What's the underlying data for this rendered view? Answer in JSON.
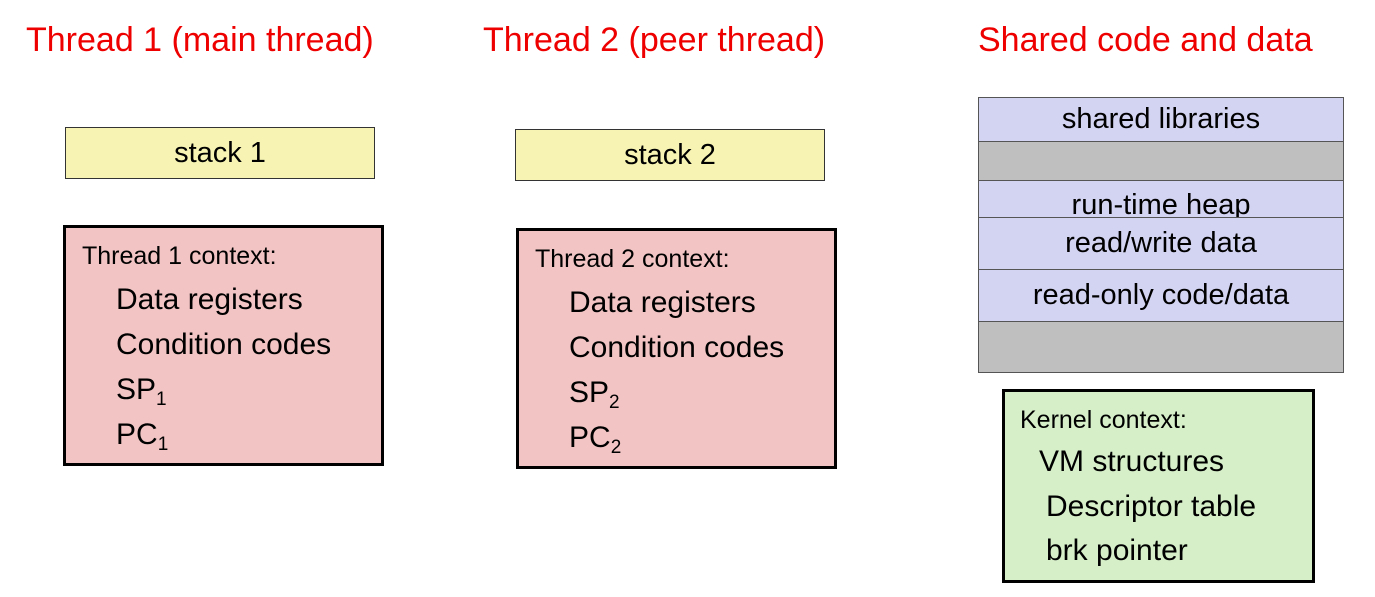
{
  "headings": {
    "thread1": "Thread 1 (main thread)",
    "thread2": "Thread 2 (peer thread)",
    "shared": "Shared code and data"
  },
  "thread1": {
    "stack": "stack 1",
    "context_title": "Thread 1 context:",
    "data_registers": "Data registers",
    "condition_codes": "Condition codes",
    "sp": "SP",
    "sp_sub": "1",
    "pc": "PC",
    "pc_sub": "1"
  },
  "thread2": {
    "stack": "stack 2",
    "context_title": "Thread 2 context:",
    "data_registers": "Data registers",
    "condition_codes": "Condition codes",
    "sp": "SP",
    "sp_sub": "2",
    "pc": "PC",
    "pc_sub": "2"
  },
  "memory": {
    "shared_libraries": "shared libraries",
    "runtime_heap": "run-time heap",
    "read_write_data": "read/write data",
    "read_only": "read-only code/data"
  },
  "kernel": {
    "title": "Kernel context:",
    "vm": "VM structures",
    "descriptor": "Descriptor table",
    "brk": "brk pointer"
  },
  "colors": {
    "heading": "#ee0000",
    "stack_fill": "#f7f4b3",
    "thread_context_fill": "#f2c4c4",
    "memory_segment_fill": "#d3d3f2",
    "memory_gap_fill": "#bfbfbf",
    "kernel_fill": "#d6efc9"
  }
}
